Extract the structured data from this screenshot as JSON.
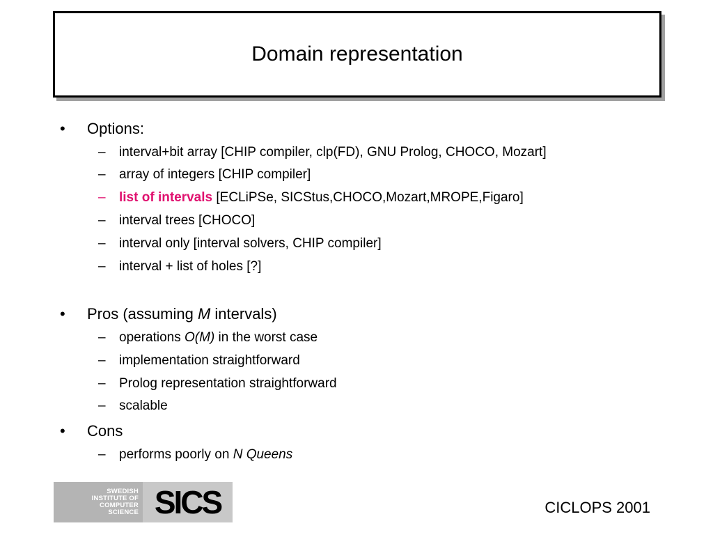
{
  "title": "Domain representation",
  "sections": [
    {
      "bullet": "•",
      "text": "Options:",
      "items": [
        {
          "dash": "–",
          "text": "interval+bit array [CHIP compiler, clp(FD), GNU Prolog, CHOCO, Mozart]"
        },
        {
          "dash": "–",
          "text": "array of integers [CHIP compiler]"
        },
        {
          "dash": "–",
          "highlight": "list of intervals",
          "text": " [ECLiPSe, SICStus,CHOCO,Mozart,MROPE,Figaro]"
        },
        {
          "dash": "–",
          "text": "interval trees [CHOCO]"
        },
        {
          "dash": "–",
          "text": "interval only [interval solvers, CHIP compiler]"
        },
        {
          "dash": "–",
          "text": "interval + list of holes [?]"
        }
      ]
    },
    {
      "bullet": "•",
      "text_before": "Pros (assuming ",
      "text_italic": "M",
      "text_after": " intervals)",
      "items": [
        {
          "dash": "–",
          "text_before": "operations ",
          "text_italic": "O(M)",
          "text_after": " in the worst case"
        },
        {
          "dash": "–",
          "text": "implementation straightforward"
        },
        {
          "dash": "–",
          "text": "Prolog representation straightforward"
        },
        {
          "dash": "–",
          "text": "scalable"
        }
      ]
    },
    {
      "bullet": "•",
      "text": "Cons",
      "items": [
        {
          "dash": "–",
          "text_before": "performs poorly on ",
          "text_italic": "N Queens"
        }
      ]
    }
  ],
  "logo": {
    "line1": "SWEDISH",
    "line2": "INSTITUTE OF",
    "line3": "COMPUTER",
    "line4": "SCIENCE",
    "mark": "SICS"
  },
  "footer": "CICLOPS 2001"
}
